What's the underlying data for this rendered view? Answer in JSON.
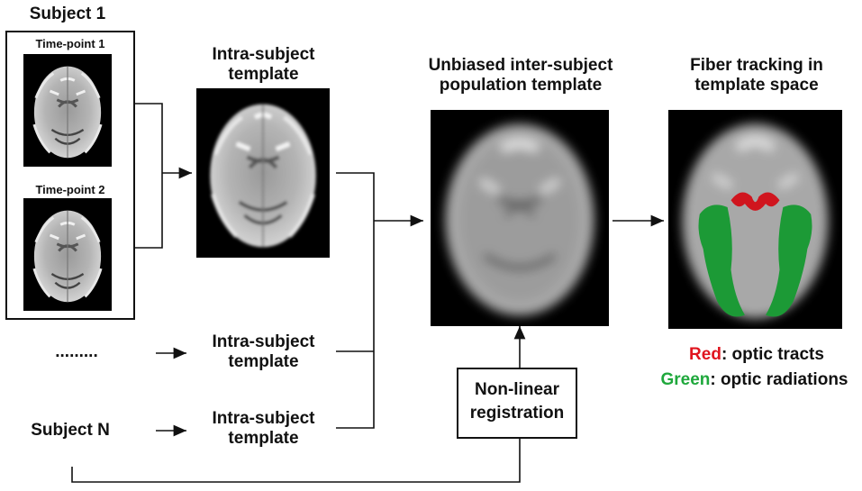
{
  "subject1": {
    "title": "Subject 1",
    "timepoint1": "Time-point 1",
    "timepoint2": "Time-point 2"
  },
  "intra_template": {
    "label_line1": "Intra-subject",
    "label_line2": "template"
  },
  "ellipsis": ".........",
  "subjectN": {
    "title": "Subject N"
  },
  "intra_template_2": {
    "label_line1": "Intra-subject",
    "label_line2": "template"
  },
  "intra_template_3": {
    "label_line1": "Intra-subject",
    "label_line2": "template"
  },
  "population": {
    "label_line1": "Unbiased inter-subject",
    "label_line2": "population template"
  },
  "registration": {
    "label_line1": "Non-linear",
    "label_line2": "registration"
  },
  "fiber": {
    "label_line1": "Fiber tracking in",
    "label_line2": "template space"
  },
  "legend": {
    "red_word": "Red",
    "red_desc": ": optic tracts",
    "green_word": "Green",
    "green_desc": ": optic radiations",
    "red_color": "#e0141e",
    "green_color": "#1fa83c"
  }
}
